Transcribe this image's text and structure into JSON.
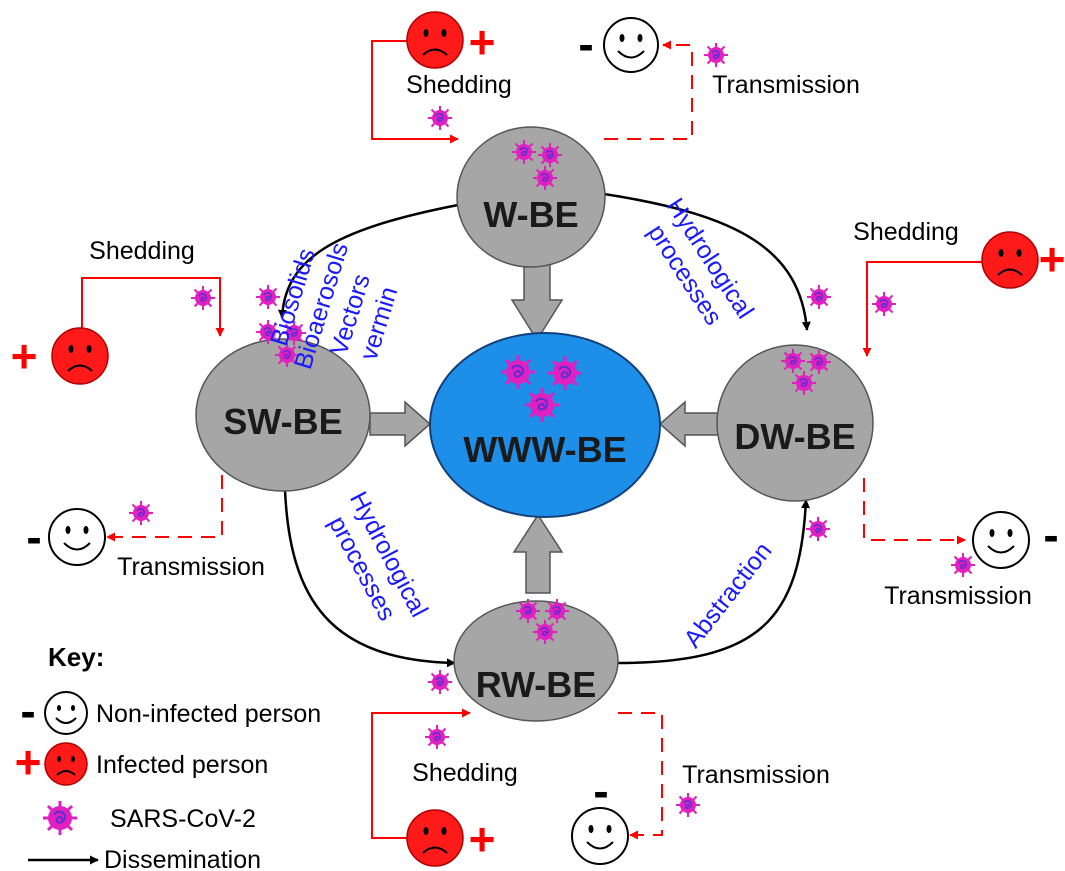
{
  "colors": {
    "node_fill": "#a6a6a6",
    "center_fill": "#1d8fe8",
    "infected": "#ff0000",
    "route_text": "#1a1aff",
    "virus": "#e020c0",
    "virus_core": "#5a2fd0"
  },
  "nodes": {
    "w": "W-BE",
    "sw": "SW-BE",
    "dw": "DW-BE",
    "rw": "RW-BE",
    "www": "WWW-BE"
  },
  "labels": {
    "shedding": "Shedding",
    "transmission": "Transmission"
  },
  "routes": {
    "w_sw": [
      "Biosolids",
      "Bioaerosols",
      "Vectors",
      "vermin"
    ],
    "w_dw": [
      "Hydrological",
      "processes"
    ],
    "sw_rw": [
      "Hydrological",
      "processes"
    ],
    "rw_dw": [
      "Abstraction"
    ]
  },
  "signs": {
    "infected": "+",
    "non_infected": "-"
  },
  "key": {
    "title": "Key:",
    "non_infected": "Non-infected person",
    "infected": "Infected person",
    "virus": "SARS-CoV-2",
    "dissemination": "Dissemination"
  },
  "icons": {
    "infected_person": "sad-face-icon",
    "non_infected_person": "smiley-face-icon",
    "virus": "virus-icon"
  }
}
